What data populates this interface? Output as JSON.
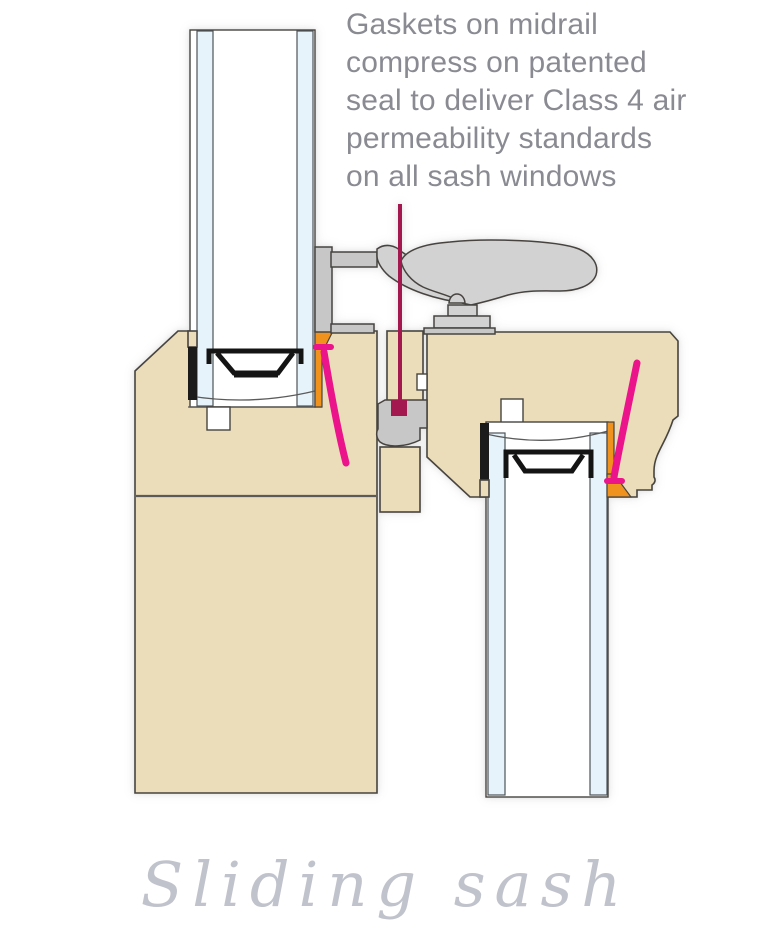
{
  "annotation": {
    "lines": [
      "Gaskets on midrail",
      "compress on patented",
      "seal to deliver Class 4 air",
      "permeability standards",
      "on all sash windows"
    ]
  },
  "caption": {
    "text": "Sliding sash"
  },
  "theme": {
    "timber": "#EBDDB9",
    "glass": "#E7F3FB",
    "hardware": "#D2D2D2",
    "hardware_dark": "#C7C7C7",
    "seal_orange": "#F0921E",
    "gasket_black": "#1B1B1B",
    "arrow_pink": "#EB148B",
    "leader_maroon": "#A3194F",
    "outline": "#474440",
    "annotation_text": "#8A8A93",
    "caption_text": "#C0C3CC"
  },
  "diagram": {
    "parts": [
      "upper-sash-bottom-rail",
      "lower-sash-top-rail",
      "upper-glazing-unit",
      "lower-glazing-unit",
      "midrail-compression-gasket",
      "orange-weather-seals",
      "sash-lock-lever",
      "sash-lock-keep",
      "compression-direction-arrows"
    ]
  }
}
